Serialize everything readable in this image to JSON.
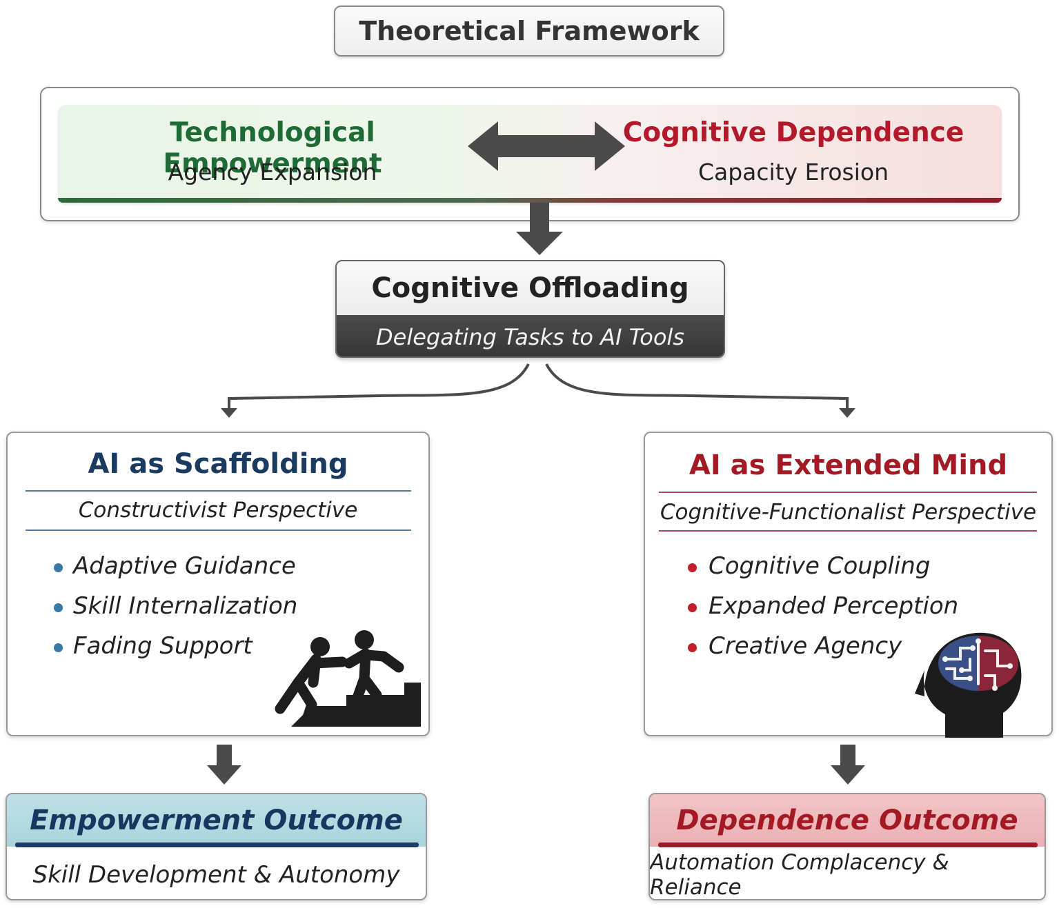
{
  "title": "Theoretical Framework",
  "tension": {
    "left_title": "Technological Empowerment",
    "left_subtitle": "Agency Expansion",
    "right_title": "Cognitive Dependence",
    "right_subtitle": "Capacity Erosion",
    "left_color": "#1f6b35",
    "right_color": "#b3192a"
  },
  "offloading": {
    "title": "Cognitive Offloading",
    "subtitle": "Delegating Tasks to AI Tools"
  },
  "scaffolding": {
    "title": "AI as Scaffolding",
    "subtitle": "Constructivist Perspective",
    "items": [
      "Adaptive Guidance",
      "Skill Internalization",
      "Fading Support"
    ],
    "accent": "#1b3a60",
    "icon": "climbing-help-icon"
  },
  "extended_mind": {
    "title": "AI as Extended Mind",
    "subtitle": "Cognitive-Functionalist Perspective",
    "items": [
      "Cognitive Coupling",
      "Expanded Perception",
      "Creative Agency"
    ],
    "accent": "#a31a25",
    "icon": "brain-circuit-icon"
  },
  "empowerment_outcome": {
    "title": "Empowerment Outcome",
    "result": "Skill Development & Autonomy",
    "accent": "#17375e"
  },
  "dependence_outcome": {
    "title": "Dependence Outcome",
    "result": "Automation Complacency & Reliance",
    "accent": "#a31a25"
  }
}
